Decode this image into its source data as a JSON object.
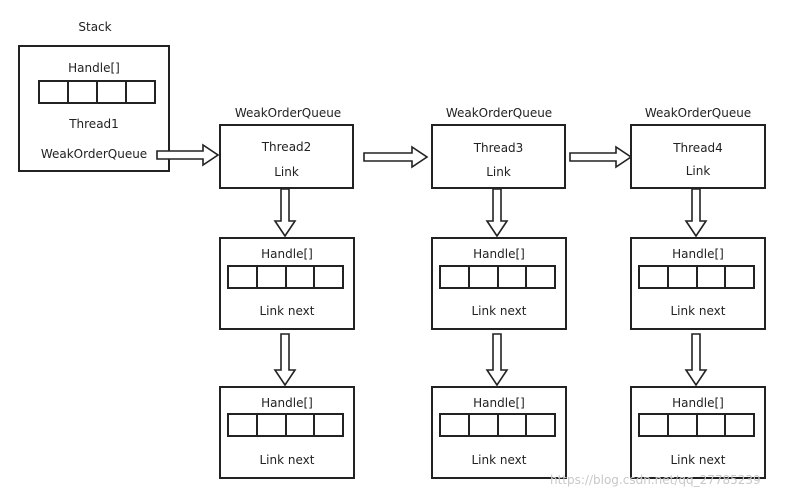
{
  "stack": {
    "title": "Stack",
    "handle_label": "Handle[]",
    "thread_label": "Thread1",
    "queue_label": "WeakOrderQueue"
  },
  "queues": [
    {
      "title": "WeakOrderQueue",
      "thread": "Thread2",
      "link": "Link"
    },
    {
      "title": "WeakOrderQueue",
      "thread": "Thread3",
      "link": "Link"
    },
    {
      "title": "WeakOrderQueue",
      "thread": "Thread4",
      "link": "Link"
    }
  ],
  "link_box": {
    "handle_label": "Handle[]",
    "next_label": "Link next"
  },
  "watermark": "https://blog.csdn.net/qq_27785239"
}
